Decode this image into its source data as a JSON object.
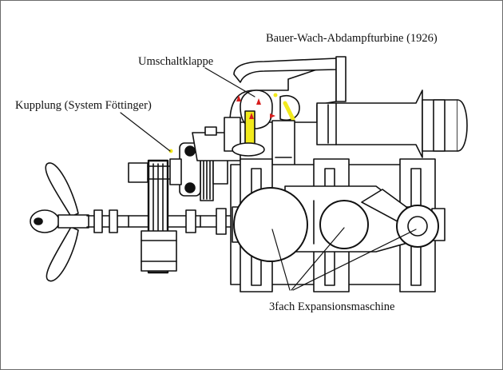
{
  "diagram": {
    "labels": {
      "turbine": "Bauer-Wach-Abdampfturbine  (1926)",
      "flap": "Umschaltklappe",
      "coupling": "Kupplung (System Föttinger)",
      "engine": "3fach Expansionsmaschine"
    },
    "colors": {
      "line": "#111111",
      "highlight": "#f2ea1c",
      "arrow": "#d81e1e",
      "background": "#ffffff",
      "border": "#6b6b6b"
    }
  }
}
